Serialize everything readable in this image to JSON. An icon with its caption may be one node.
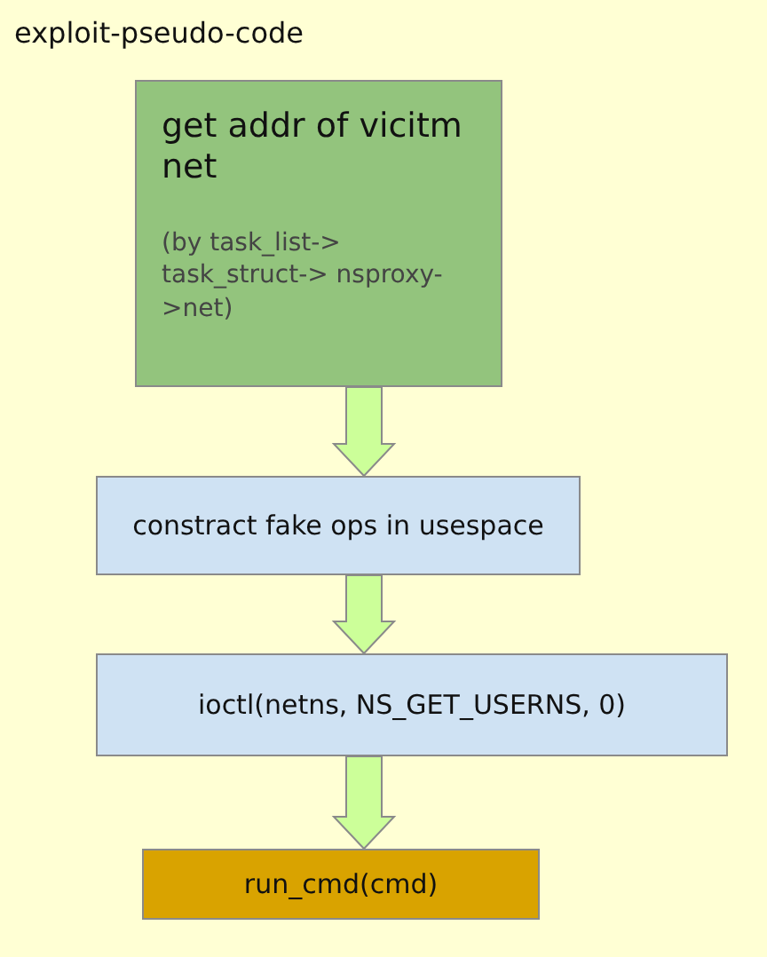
{
  "diagram": {
    "title": "exploit-pseudo-code",
    "nodes": [
      {
        "text": [
          "get addr of vicitm net",
          "(by task_list-> task_struct-> nsproxy->net)"
        ]
      },
      {
        "text": [
          "constract fake ops in usespace"
        ]
      },
      {
        "text": [
          "ioctl(netns, NS_GET_USERNS, 0)"
        ]
      },
      {
        "text": [
          "run_cmd(cmd)"
        ]
      }
    ],
    "edges": [
      {
        "from": 0,
        "to": 1,
        "arrow": "to"
      },
      {
        "from": 1,
        "to": 2,
        "arrow": "to"
      },
      {
        "from": 2,
        "to": 3,
        "arrow": "to"
      }
    ]
  }
}
